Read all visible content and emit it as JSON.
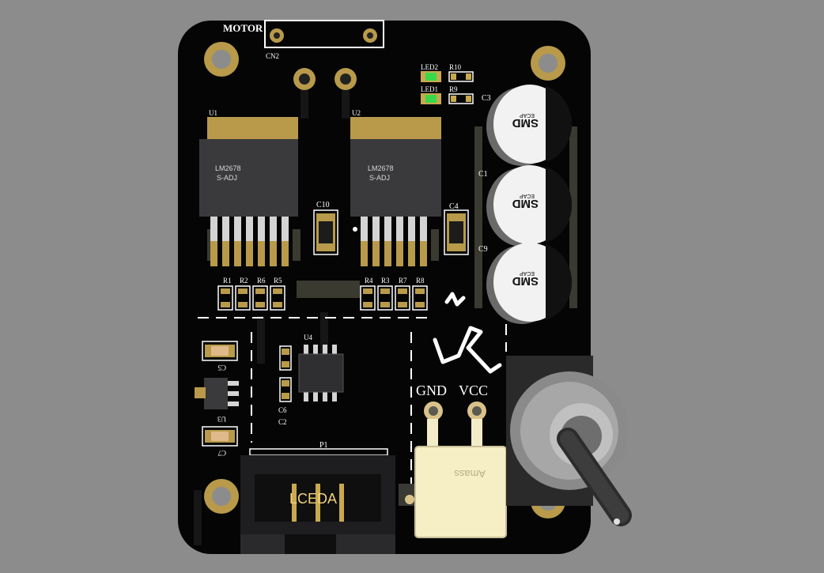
{
  "board": {
    "colors": {
      "background": "#8c8c8c",
      "pcb": "#050505",
      "copper": "#b89a4a",
      "silk": "#ffffff"
    }
  },
  "labels": {
    "motor": "MOTOR",
    "cn2": "CN2",
    "led2": "LED2",
    "led1": "LED1",
    "r10": "R10",
    "r9": "R9",
    "c3": "C3",
    "c1": "C1",
    "c9": "C9",
    "u1": "U1",
    "u2": "U2",
    "c10": "C10",
    "c4": "C4",
    "r1": "R1",
    "r2": "R2",
    "r6": "R6",
    "r5": "R5",
    "r4": "R4",
    "r3": "R3",
    "r7": "R7",
    "r8": "R8",
    "u4": "U4",
    "c5": "C5",
    "u3": "U3",
    "c7": "C7",
    "c6": "C6",
    "c2": "C2",
    "p1": "P1",
    "gnd": "GND",
    "vcc": "VCC"
  },
  "components": {
    "u1_marking_line1": "LM2678",
    "u1_marking_line2": "S-ADJ",
    "u2_marking_line1": "LM2678",
    "u2_marking_line2": "S-ADJ",
    "cap_brand": "SMD",
    "cap_series": "ECAP",
    "connector_text": "LCEDA",
    "power_connector_text": "Amass"
  }
}
